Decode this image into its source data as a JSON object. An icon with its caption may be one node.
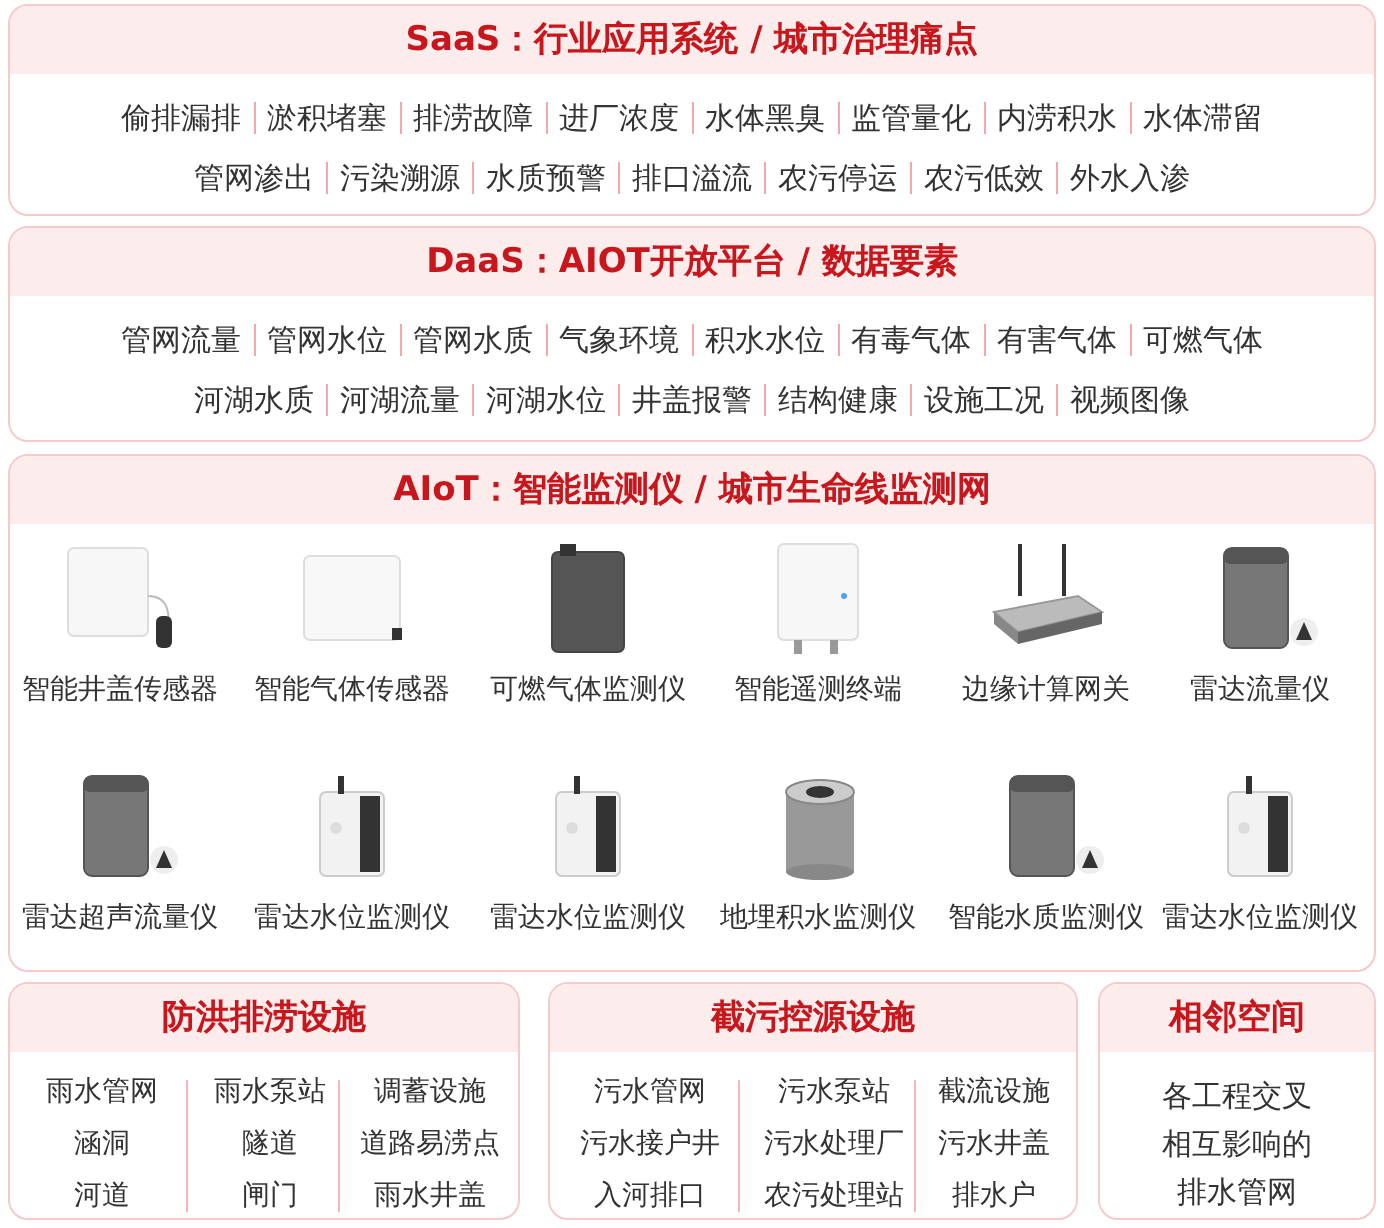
{
  "diagram": {
    "nodes": [
      {
        "text": [
          "SaaS：行业应用系统 / 城市治理痛点",
          "偷排漏排",
          "淤积堵塞",
          "排涝故障",
          "进厂浓度",
          "水体黑臭",
          "监管量化",
          "内涝积水",
          "水体滞留",
          "管网渗出",
          "污染溯源",
          "水质预警",
          "排口溢流",
          "农污停运",
          "农污低效",
          "外水入渗"
        ]
      },
      {
        "text": [
          "DaaS：AIOT开放平台 / 数据要素",
          "管网流量",
          "管网水位",
          "管网水质",
          "气象环境",
          "积水水位",
          "有毒气体",
          "有害气体",
          "可燃气体",
          "河湖水质",
          "河湖流量",
          "河湖水位",
          "井盖报警",
          "结构健康",
          "设施工况",
          "视频图像"
        ]
      },
      {
        "text": [
          "AIoT：智能监测仪 / 城市生命线监测网"
        ]
      },
      {
        "text": [
          "智能井盖传感器"
        ],
        "in": 2
      },
      {
        "text": [
          "智能气体传感器"
        ],
        "in": 2
      },
      {
        "text": [
          "可燃气体监测仪"
        ],
        "in": 2
      },
      {
        "text": [
          "智能遥测终端"
        ],
        "in": 2
      },
      {
        "text": [
          "边缘计算网关"
        ],
        "in": 2
      },
      {
        "text": [
          "雷达流量仪"
        ],
        "in": 2
      },
      {
        "text": [
          "雷达超声流量仪"
        ],
        "in": 2
      },
      {
        "text": [
          "雷达水位监测仪"
        ],
        "in": 2
      },
      {
        "text": [
          "雷达水位监测仪"
        ],
        "in": 2
      },
      {
        "text": [
          "地埋积水监测仪"
        ],
        "in": 2
      },
      {
        "text": [
          "智能水质监测仪"
        ],
        "in": 2
      },
      {
        "text": [
          "雷达水位监测仪"
        ],
        "in": 2
      },
      {
        "text": [
          "防洪排涝设施",
          "雨水管网",
          "雨水泵站",
          "调蓄设施",
          "涵洞",
          "隧道",
          "道路易涝点",
          "河道",
          "闸门",
          "雨水井盖"
        ]
      },
      {
        "text": [
          "截污控源设施",
          "污水管网",
          "污水泵站",
          "截流设施",
          "污水接户井",
          "污水处理厂",
          "污水井盖",
          "入河排口",
          "农污处理站",
          "排水户"
        ]
      },
      {
        "text": [
          "相邻空间",
          "各工程交叉相互影响的排水管网"
        ]
      }
    ]
  }
}
